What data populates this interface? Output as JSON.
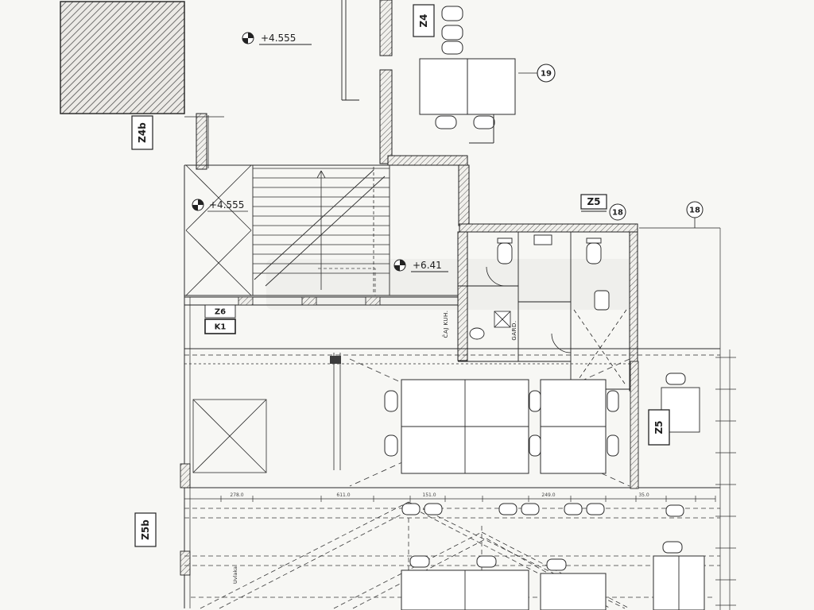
{
  "drawing": {
    "labels": {
      "z4": "Z4",
      "z4b": "Z4b",
      "z5_top": "Z5",
      "z5_right": "Z5",
      "z5b": "Z5b",
      "z6": "Z6",
      "k1": "K1"
    },
    "elevations": {
      "upper": "+4.555",
      "stair": "+4.555",
      "inner": "+6.41"
    },
    "callouts": {
      "desk_group": "19",
      "wall_top": "18",
      "grid_right": "18"
    },
    "rooms": {
      "tea_kitchen": "ČAJ KUH.",
      "wardrobe": "GARD."
    },
    "notes": {
      "recess": "Uvlaka"
    },
    "dimensions": {
      "d1": "278.0",
      "d2": "611.0",
      "d3": "151.0",
      "d4": "249.0",
      "d5": "35.0"
    }
  }
}
